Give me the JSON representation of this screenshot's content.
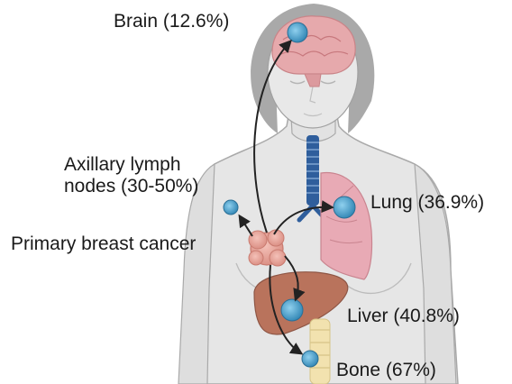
{
  "labels": {
    "brain": "Brain (12.6%)",
    "axillary_line1": "Axillary lymph",
    "axillary_line2": "nodes (30-50%)",
    "primary": "Primary breast cancer",
    "lung": "Lung (36.9%)",
    "liver": "Liver (40.8%)",
    "bone": "Bone (67%)"
  },
  "colors": {
    "skin": "#e4e4e4",
    "skin_outline": "#a8a8a8",
    "hair": "#a6a6a6",
    "brain": "#e3a8ab",
    "brain_dark": "#c9868a",
    "lung": "#e6aab4",
    "trachea": "#2f5e9c",
    "liver": "#b9735c",
    "tumor": "#e7a39a",
    "bone": "#f3e3b0",
    "metastasis": "#4a9bc4",
    "arrow": "#222222"
  }
}
